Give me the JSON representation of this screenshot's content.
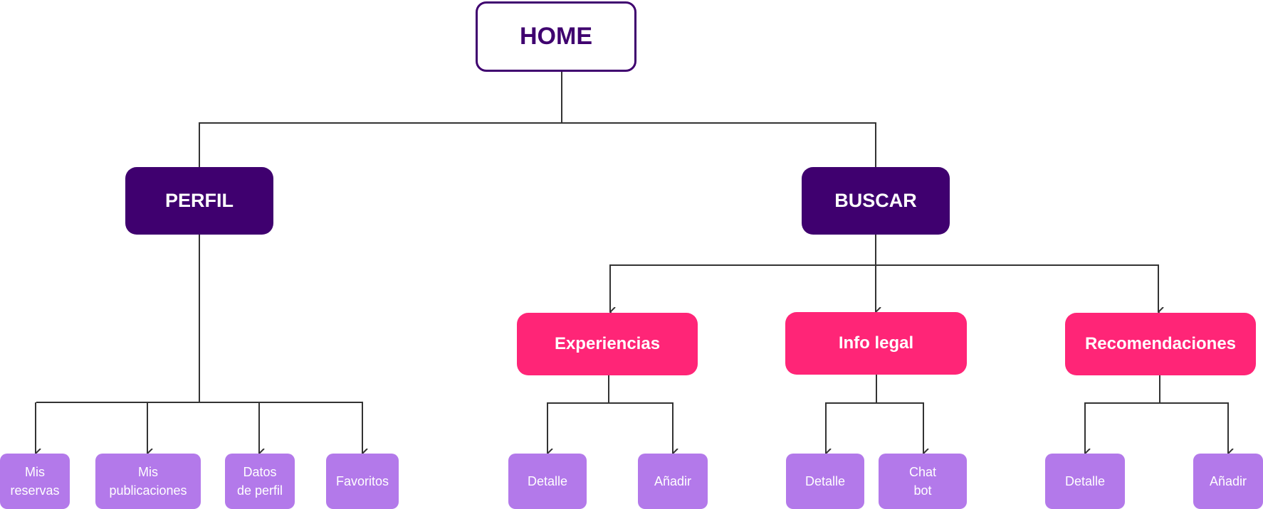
{
  "root": {
    "label": "HOME"
  },
  "perfil": {
    "label": "PERFIL",
    "children": [
      "Mis\nreservas",
      "Mis\npublicaciones",
      "Datos\nde perfil",
      "Favoritos"
    ]
  },
  "buscar": {
    "label": "BUSCAR",
    "experiencias": {
      "label": "Experiencias",
      "children": [
        "Detalle",
        "Añadir"
      ]
    },
    "info_legal": {
      "label": "Info legal",
      "children": [
        "Detalle",
        "Chat\nbot"
      ]
    },
    "recomendaciones": {
      "label": "Recomendaciones",
      "children": [
        "Detalle",
        "Añadir"
      ]
    }
  },
  "colors": {
    "root_border": "#3f006f",
    "level1": "#3f006f",
    "level2": "#ff2577",
    "leaf": "#b379ea",
    "connector": "#333333"
  }
}
